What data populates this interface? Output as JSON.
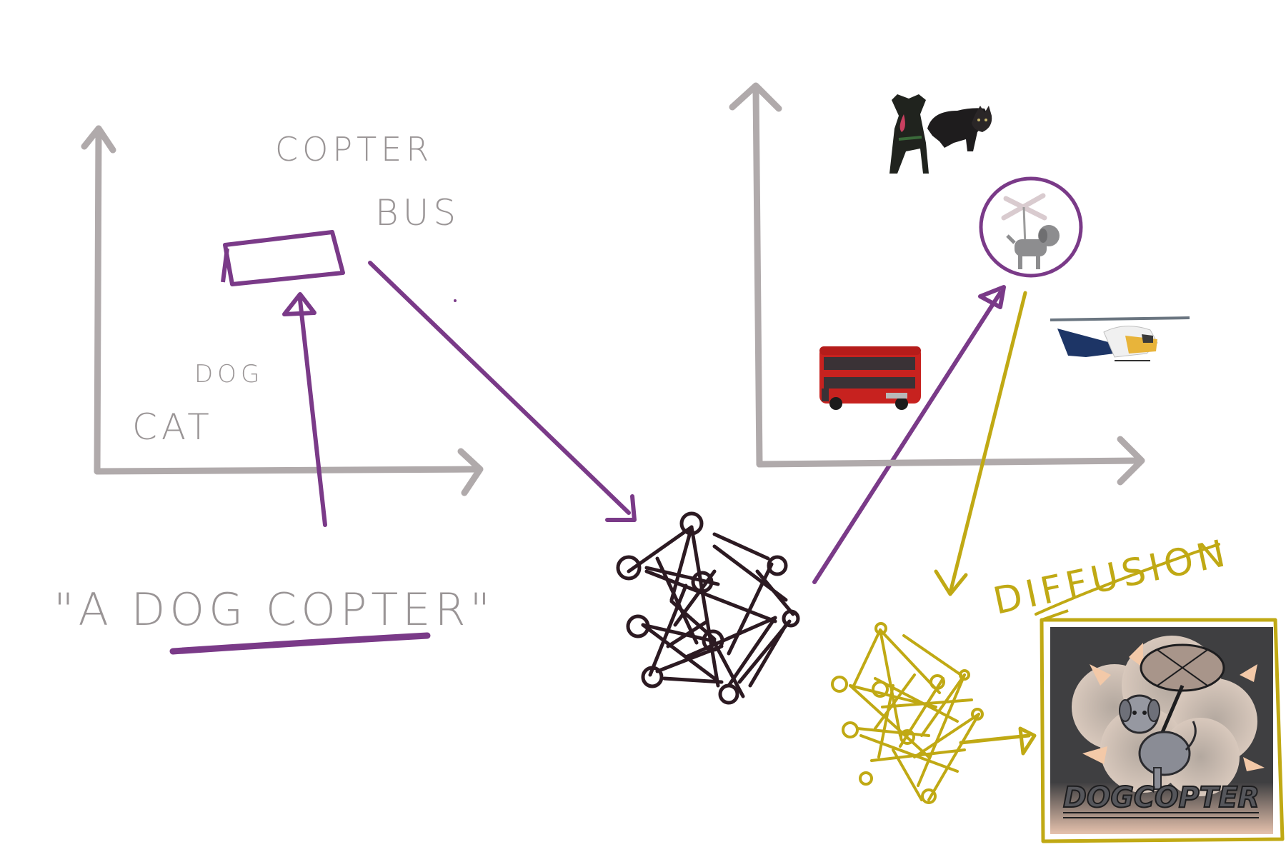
{
  "left_space": {
    "labels": {
      "copter": "COPTER",
      "bus": "BUS",
      "dog": "DOG",
      "cat": "CAT"
    },
    "prompt": "\"A DOG COPTER\""
  },
  "right_space": {
    "items": [
      "dog",
      "cat",
      "bus",
      "helicopter",
      "dogcopter"
    ]
  },
  "diffusion": {
    "label": "DIFFUSION"
  },
  "output_image": {
    "logo_text": "DOGCOPTER"
  },
  "colors": {
    "axis_gray": "#b0aaab",
    "text_gray": "#9a9596",
    "purple": "#7a3a88",
    "network_dark": "#2c1a22",
    "yellow": "#c0a914",
    "logo_bg": "#3f3f41"
  }
}
